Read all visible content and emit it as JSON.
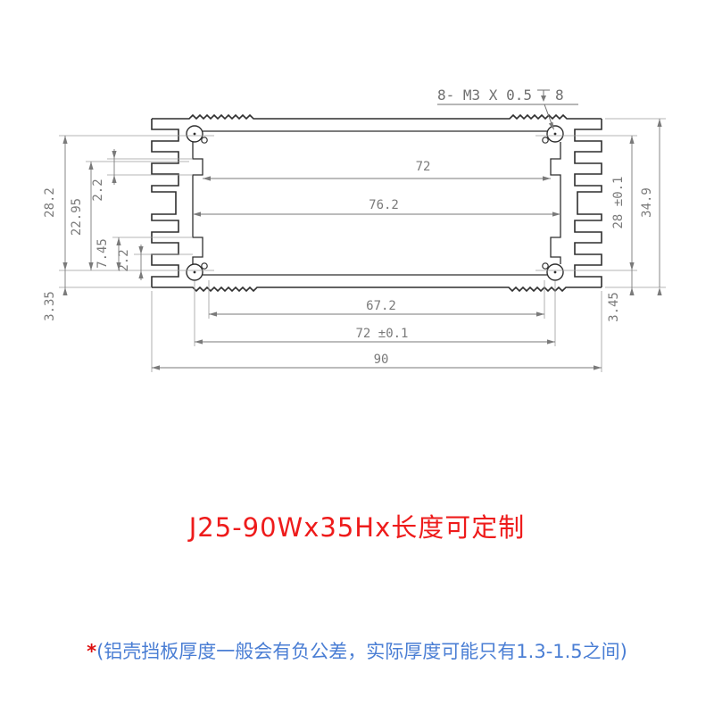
{
  "drawing": {
    "thread_note_prefix": "8- M3 X 0.5",
    "thread_note_depth": "8",
    "dimensions": {
      "slot_width_top": "72",
      "inner_width": "76.2",
      "bottom_inner_width": "67.2",
      "bottom_width_tol": "72 ±0.1",
      "overall_width": "90",
      "inner_height_left": "28.2",
      "left_upper_offset": "22.95",
      "left_groove_upper": "2.2",
      "left_guide_offset": "7.45",
      "left_groove_lower": "2.2",
      "left_wall_thickness": "3.35",
      "inner_height_right": "28 ±0.1",
      "overall_height": "34.9",
      "right_wall_thickness": "3.45"
    },
    "line_color": "#2f2f2f",
    "dim_color": "#7a7a7a"
  },
  "title": {
    "text": "J25-90Wx35Hx长度可定制",
    "color": "#ee1b1b"
  },
  "footnote": {
    "star": "*",
    "text": "(铝壳挡板厚度一般会有负公差，实际厚度可能只有1.3-1.5之间)",
    "star_color": "#dd1111",
    "text_color": "#4a7ed4"
  }
}
